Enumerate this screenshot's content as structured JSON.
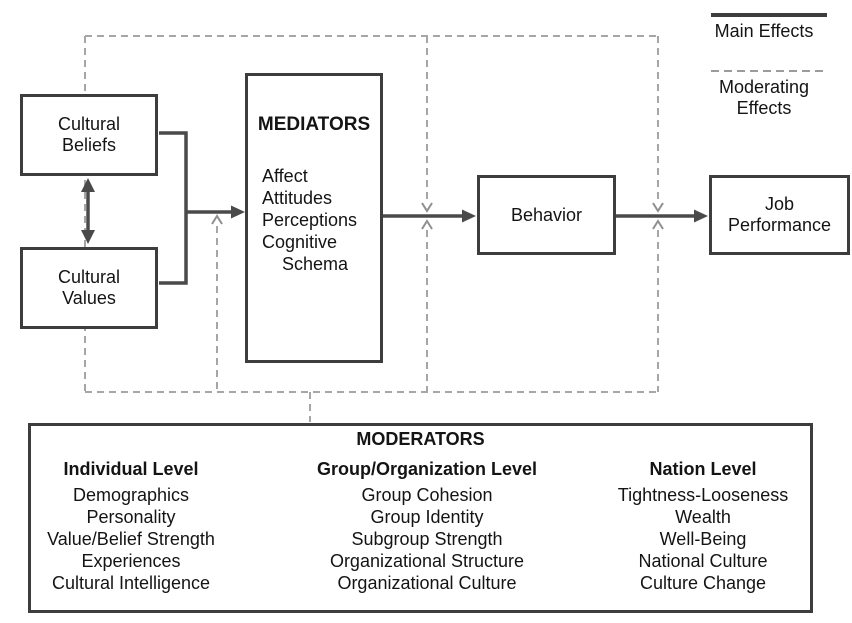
{
  "legend": {
    "main_effects": "Main Effects",
    "moderating_effects": "Moderating Effects"
  },
  "boxes": {
    "cultural_beliefs": "Cultural Beliefs",
    "cultural_values": "Cultural Values",
    "behavior": "Behavior",
    "job_performance": "Job Performance"
  },
  "mediators": {
    "title": "MEDIATORS",
    "items": [
      "Affect",
      "Attitudes",
      "Perceptions",
      "Cognitive Schema"
    ]
  },
  "moderators": {
    "title": "MODERATORS",
    "columns": [
      {
        "header": "Individual Level",
        "items": [
          "Demographics",
          "Personality",
          "Value/Belief Strength",
          "Experiences",
          "Cultural Intelligence"
        ]
      },
      {
        "header": "Group/Organization Level",
        "items": [
          "Group Cohesion",
          "Group Identity",
          "Subgroup Strength",
          "Organizational Structure",
          "Organizational Culture"
        ]
      },
      {
        "header": "Nation Level",
        "items": [
          "Tightness-Looseness",
          "Wealth",
          "Well-Being",
          "National Culture",
          "Culture Change"
        ]
      }
    ]
  },
  "colors": {
    "solid_line": "#3d3d3d",
    "arrow": "#4a4a4a",
    "dashed_line": "#a6a6a6",
    "dashed_arrowhead": "#8f8f8f",
    "text": "#141414",
    "background": "#ffffff"
  }
}
